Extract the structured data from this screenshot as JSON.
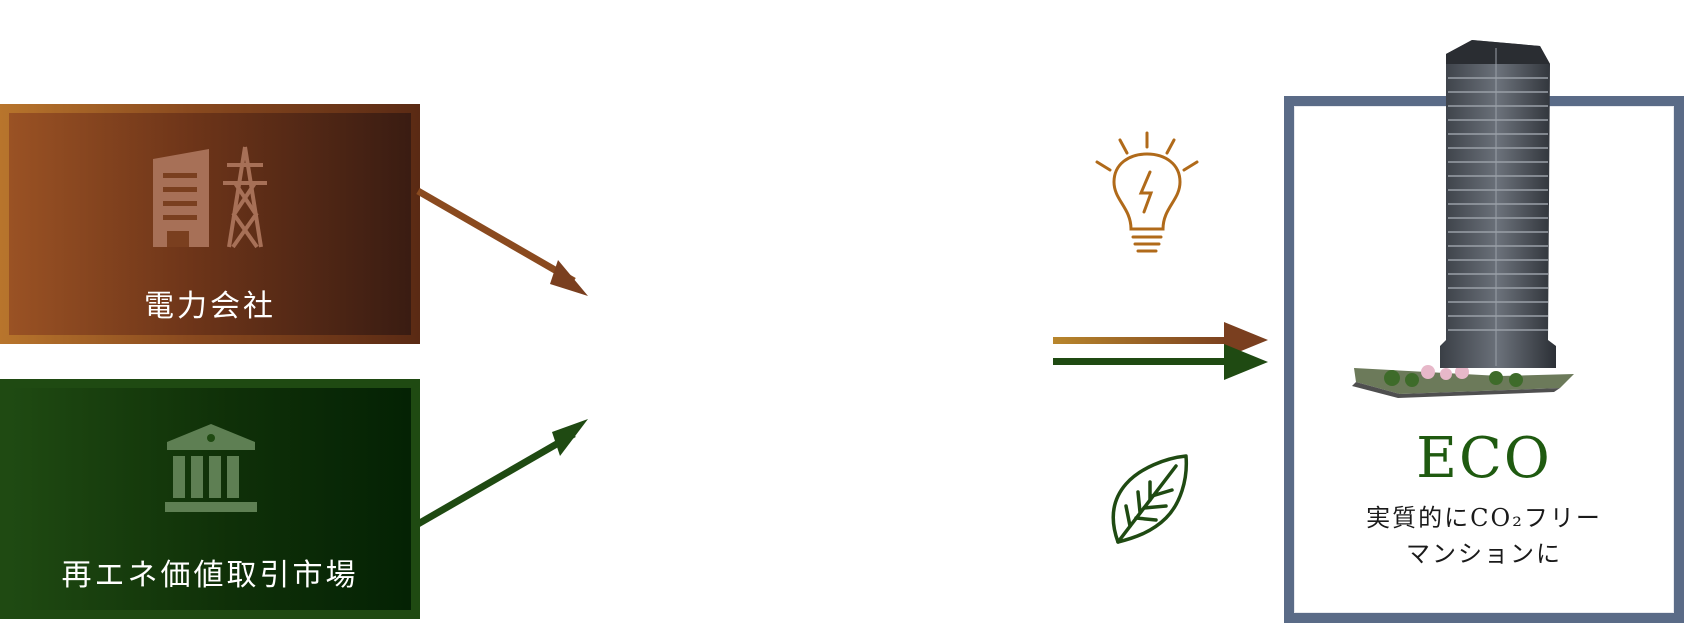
{
  "boxes": {
    "power_company": {
      "label": "電力会社",
      "icon": "building-powerline-icon"
    },
    "market": {
      "label": "再エネ価値取引市場",
      "icon": "bank-icon"
    }
  },
  "eco": {
    "title": "ECO",
    "subtitle_line1": "実質的にCO₂フリー",
    "subtitle_line2": "マンションに",
    "image": "tower-building-illustration"
  },
  "icons": [
    "lightbulb-icon",
    "leaf-icon",
    "arrow-right-icon"
  ],
  "colors": {
    "brown": "#8a4a1f",
    "green": "#1f4a12",
    "navy_frame": "#5a6b87",
    "eco_green": "#1f5a10",
    "lamp_orange": "#b06a1a"
  }
}
